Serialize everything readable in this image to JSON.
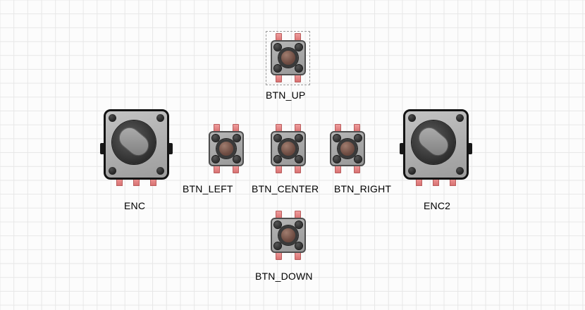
{
  "canvas": {
    "background_color": "#fcfcfc",
    "grid_color": "#e7e7e7",
    "selection_outline_color": "#9b9b9b"
  },
  "components": {
    "btn_up": {
      "label": "BTN_UP",
      "type": "tactile-pushbutton",
      "selected": true
    },
    "enc": {
      "label": "ENC",
      "type": "rotary-encoder",
      "selected": false
    },
    "btn_left": {
      "label": "BTN_LEFT",
      "type": "tactile-pushbutton",
      "selected": false
    },
    "btn_center": {
      "label": "BTN_CENTER",
      "type": "tactile-pushbutton",
      "selected": false
    },
    "btn_right": {
      "label": "BTN_RIGHT",
      "type": "tactile-pushbutton",
      "selected": false
    },
    "enc2": {
      "label": "ENC2",
      "type": "rotary-encoder",
      "selected": false
    },
    "btn_down": {
      "label": "BTN_DOWN",
      "type": "tactile-pushbutton",
      "selected": false
    }
  },
  "palette": {
    "pin_color": "#e08a8a",
    "pin_border": "#b95e5e",
    "button_body": "#a6a6a6",
    "button_cap": "#6f5048",
    "encoder_body": "#b3b3b3",
    "label_color": "#000000"
  }
}
